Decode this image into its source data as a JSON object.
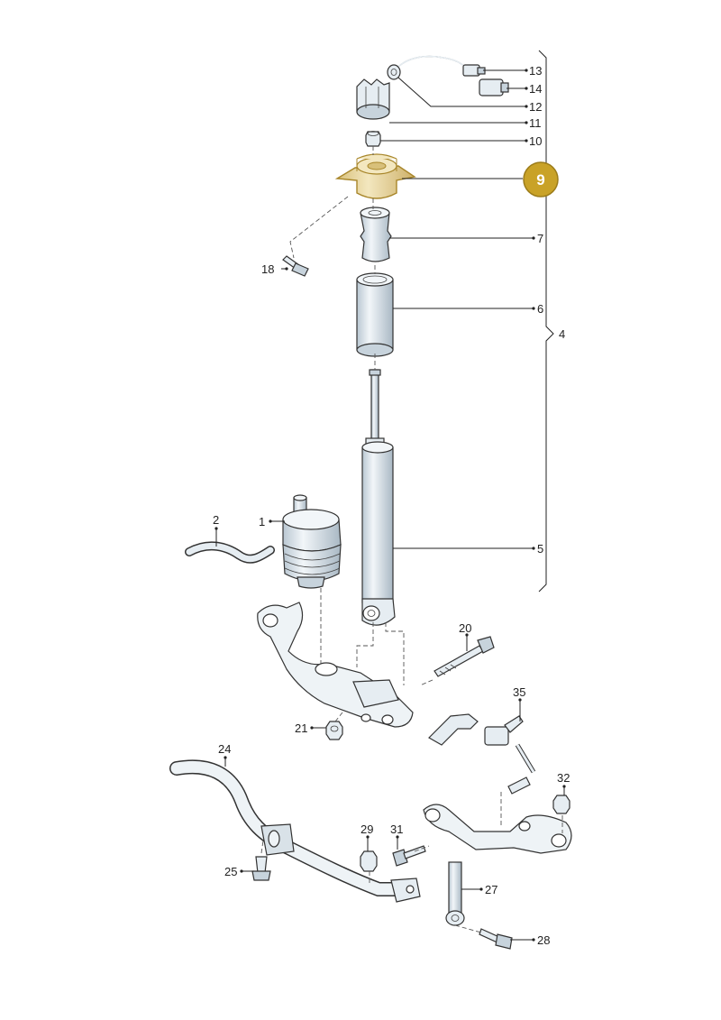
{
  "labels": {
    "l1": "1",
    "l2": "2",
    "l4": "4",
    "l5": "5",
    "l6": "6",
    "l7": "7",
    "l9": "9",
    "l10": "10",
    "l11": "11",
    "l12": "12",
    "l13": "13",
    "l14": "14",
    "l18": "18",
    "l20": "20",
    "l21": "21",
    "l24": "24",
    "l25": "25",
    "l27": "27",
    "l28": "28",
    "l29": "29",
    "l31": "31",
    "l32": "32",
    "l35": "35"
  },
  "colors": {
    "highlight": "#c9a227",
    "highlight_fill": "#e9d9a6",
    "part_fill": "#e6edf2",
    "part_shade": "#c7d3dc",
    "line": "#222222"
  }
}
